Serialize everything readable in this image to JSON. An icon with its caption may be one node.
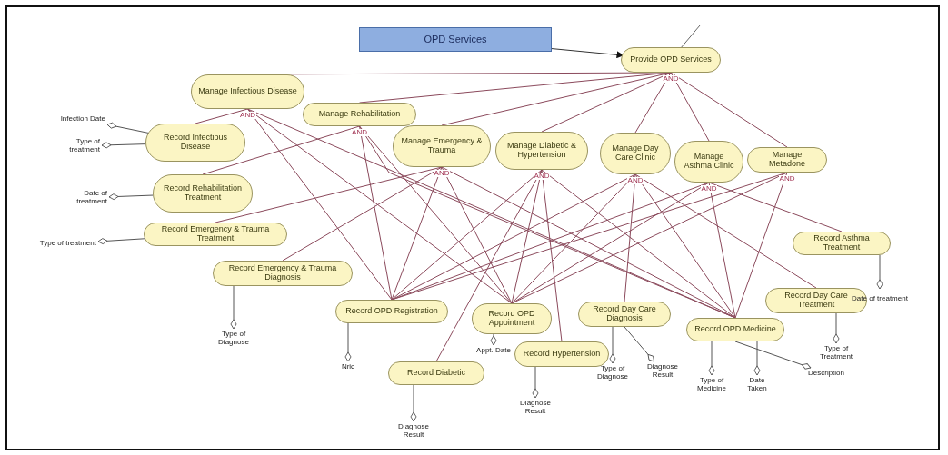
{
  "diagram": {
    "nodes": [
      {
        "text": [
          "OPD Services"
        ]
      },
      {
        "text": [
          "Provide OPD Services"
        ]
      },
      {
        "text": [
          "Manage Infectious Disease"
        ]
      },
      {
        "text": [
          "Manage Rehabilitation"
        ]
      },
      {
        "text": [
          "Manage Emergency & Trauma"
        ]
      },
      {
        "text": [
          "Manage Diabetic & Hypertension"
        ]
      },
      {
        "text": [
          "Manage Day Care Clinic"
        ]
      },
      {
        "text": [
          "Manage Asthma Clinic"
        ]
      },
      {
        "text": [
          "Manage Metadone"
        ]
      },
      {
        "text": [
          "Record Infectious Disease"
        ]
      },
      {
        "text": [
          "Record Rehabilitation Treatment"
        ]
      },
      {
        "text": [
          "Record Emergency & Trauma Treatment"
        ]
      },
      {
        "text": [
          "Record Emergency & Trauma Diagnosis"
        ]
      },
      {
        "text": [
          "Record OPD Registration"
        ]
      },
      {
        "text": [
          "Record OPD Appointment"
        ]
      },
      {
        "text": [
          "Record Hypertension"
        ]
      },
      {
        "text": [
          "Record Diabetic"
        ]
      },
      {
        "text": [
          "Record Day Care Diagnosis"
        ]
      },
      {
        "text": [
          "Record OPD Medicine"
        ]
      },
      {
        "text": [
          "Record Day Care Treatment"
        ]
      },
      {
        "text": [
          "Record Asthma Treatment"
        ]
      },
      {
        "text": [
          "Infection Date"
        ]
      },
      {
        "text": [
          "Type of treatment"
        ]
      },
      {
        "text": [
          "Date of treatment"
        ]
      },
      {
        "text": [
          "Type of treatment"
        ]
      },
      {
        "text": [
          "Type of Diagnose"
        ]
      },
      {
        "text": [
          "Nric"
        ]
      },
      {
        "text": [
          "Appt. Date"
        ]
      },
      {
        "text": [
          "Diagnose Result"
        ]
      },
      {
        "text": [
          "Type of Diagnose"
        ]
      },
      {
        "text": [
          "Diagnose Result"
        ]
      },
      {
        "text": [
          "Diagnose Result"
        ]
      },
      {
        "text": [
          "Type of Medicine"
        ]
      },
      {
        "text": [
          "Date Taken"
        ]
      },
      {
        "text": [
          "Description"
        ]
      },
      {
        "text": [
          "Type of Treatment"
        ]
      },
      {
        "text": [
          "Date of treatment"
        ]
      }
    ],
    "edges": [
      {
        "from": 0,
        "to": 1,
        "arrow": "to",
        "color": "#333333"
      },
      {
        "from": null,
        "to": 1,
        "arrow": "none",
        "color": "#666666"
      },
      {
        "from": 1,
        "to": 2,
        "arrow": "none"
      },
      {
        "from": 1,
        "to": 3,
        "arrow": "none"
      },
      {
        "from": 1,
        "to": 4,
        "arrow": "none"
      },
      {
        "from": 1,
        "to": 5,
        "arrow": "none"
      },
      {
        "from": 1,
        "to": 6,
        "arrow": "none"
      },
      {
        "from": 1,
        "to": 7,
        "arrow": "none"
      },
      {
        "from": 1,
        "to": 8,
        "arrow": "none"
      },
      {
        "from": 2,
        "to": 9,
        "arrow": "none"
      },
      {
        "from": 2,
        "to": 13,
        "arrow": "none"
      },
      {
        "from": 2,
        "to": 14,
        "arrow": "none"
      },
      {
        "from": 2,
        "to": 18,
        "arrow": "none"
      },
      {
        "from": 3,
        "to": 10,
        "arrow": "none"
      },
      {
        "from": 3,
        "to": 13,
        "arrow": "none"
      },
      {
        "from": 3,
        "to": 14,
        "arrow": "none"
      },
      {
        "from": 3,
        "to": 18,
        "arrow": "none"
      },
      {
        "from": 4,
        "to": 11,
        "arrow": "none"
      },
      {
        "from": 4,
        "to": 12,
        "arrow": "none"
      },
      {
        "from": 4,
        "to": 13,
        "arrow": "none"
      },
      {
        "from": 4,
        "to": 14,
        "arrow": "none"
      },
      {
        "from": 4,
        "to": 18,
        "arrow": "none"
      },
      {
        "from": 5,
        "to": 15,
        "arrow": "none"
      },
      {
        "from": 5,
        "to": 16,
        "arrow": "none"
      },
      {
        "from": 5,
        "to": 13,
        "arrow": "none"
      },
      {
        "from": 5,
        "to": 14,
        "arrow": "none"
      },
      {
        "from": 5,
        "to": 18,
        "arrow": "none"
      },
      {
        "from": 6,
        "to": 17,
        "arrow": "none"
      },
      {
        "from": 6,
        "to": 19,
        "arrow": "none"
      },
      {
        "from": 6,
        "to": 13,
        "arrow": "none"
      },
      {
        "from": 6,
        "to": 14,
        "arrow": "none"
      },
      {
        "from": 6,
        "to": 18,
        "arrow": "none"
      },
      {
        "from": 7,
        "to": 20,
        "arrow": "none"
      },
      {
        "from": 7,
        "to": 13,
        "arrow": "none"
      },
      {
        "from": 7,
        "to": 14,
        "arrow": "none"
      },
      {
        "from": 7,
        "to": 18,
        "arrow": "none"
      },
      {
        "from": 8,
        "to": 13,
        "arrow": "none"
      },
      {
        "from": 8,
        "to": 14,
        "arrow": "none"
      },
      {
        "from": 8,
        "to": 18,
        "arrow": "none"
      },
      {
        "from": 9,
        "to": 21,
        "arrow": "other",
        "color": "#555555"
      },
      {
        "from": 9,
        "to": 22,
        "arrow": "other",
        "color": "#555555"
      },
      {
        "from": 10,
        "to": 23,
        "arrow": "other",
        "color": "#555555"
      },
      {
        "from": 11,
        "to": 24,
        "arrow": "other",
        "color": "#555555"
      },
      {
        "from": 12,
        "to": 25,
        "arrow": "other",
        "color": "#555555"
      },
      {
        "from": 13,
        "to": 26,
        "arrow": "other",
        "color": "#555555"
      },
      {
        "from": 14,
        "to": 27,
        "arrow": "other",
        "color": "#555555"
      },
      {
        "from": 16,
        "to": 28,
        "arrow": "other",
        "color": "#555555"
      },
      {
        "from": 17,
        "to": 29,
        "arrow": "other",
        "color": "#555555"
      },
      {
        "from": 17,
        "to": 30,
        "arrow": "other",
        "color": "#555555"
      },
      {
        "from": 15,
        "to": 31,
        "arrow": "other",
        "color": "#555555"
      },
      {
        "from": 18,
        "to": 32,
        "arrow": "other",
        "color": "#555555"
      },
      {
        "from": 18,
        "to": 33,
        "arrow": "other",
        "color": "#555555"
      },
      {
        "from": 18,
        "to": 34,
        "arrow": "other",
        "color": "#555555"
      },
      {
        "from": 19,
        "to": 35,
        "arrow": "other",
        "color": "#555555"
      },
      {
        "from": 20,
        "to": 36,
        "arrow": "other",
        "color": "#555555"
      }
    ],
    "labels": [
      "AND",
      "AND",
      "AND",
      "AND",
      "AND",
      "AND",
      "AND",
      "AND"
    ]
  }
}
